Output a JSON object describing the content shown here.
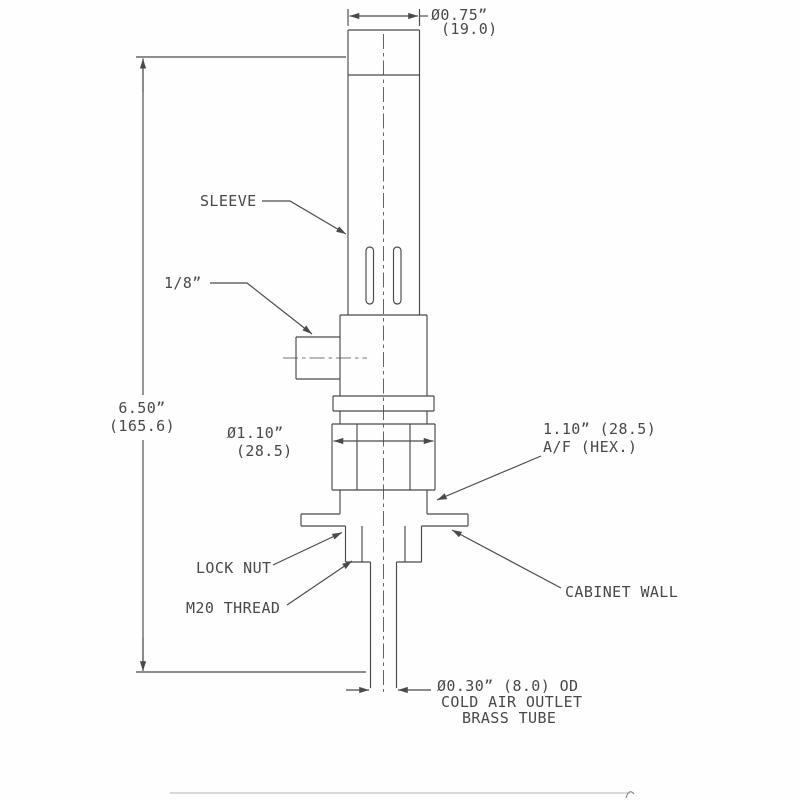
{
  "drawing": {
    "type": "technical-dimension-drawing",
    "subject": "cold air outlet gland with sleeve, lock nut and brass tube through cabinet wall"
  },
  "colors": {
    "line": "#4a4a4a",
    "text": "#484848",
    "background": "#fefefe",
    "footer_line": "#cbcbcb"
  },
  "labels": {
    "dim_top": {
      "value": "Ø0.75”",
      "metric": "(19.0)"
    },
    "sleeve": "SLEEVE",
    "port_size": "1/8”",
    "dim_height": {
      "value": "6.50”",
      "metric": "(165.6)"
    },
    "dim_hex": {
      "value": "Ø1.10”",
      "metric": "(28.5)"
    },
    "af_hex": {
      "line1": "1.10” (28.5)",
      "line2": "A/F (HEX.)"
    },
    "lock_nut": "LOCK NUT",
    "m20_thread": "M20 THREAD",
    "cabinet_wall": "CABINET WALL",
    "outlet": {
      "line1": "Ø0.30” (8.0) OD",
      "line2": "COLD AIR OUTLET",
      "line3": "BRASS TUBE"
    }
  }
}
